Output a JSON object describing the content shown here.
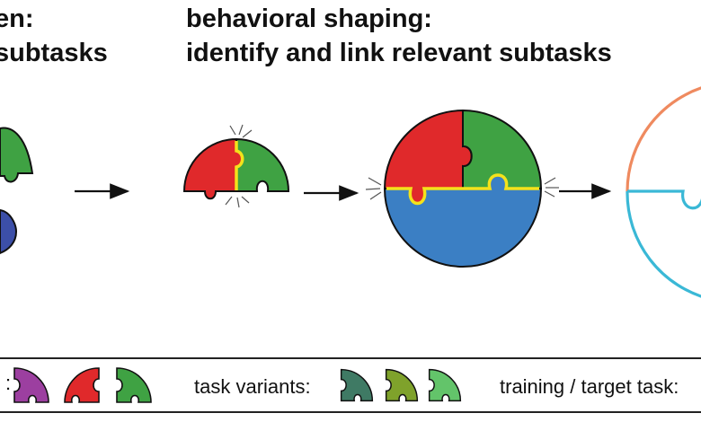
{
  "headings": {
    "left_line1": "en:",
    "left_line2": "subtasks",
    "right_line1": "behavioral shaping:",
    "right_line2": "identify and link relevant subtasks"
  },
  "legend": {
    "subtasks_label": ":",
    "variants_label": "task variants:",
    "target_label": "training / target task:"
  },
  "colors": {
    "red": "#e0292b",
    "green": "#3fa243",
    "blue": "#3b7fc4",
    "purple": "#9c3fa0",
    "navy": "#3c4fa8",
    "yellow": "#f4e21b",
    "orange": "#ef8a5f",
    "cyan": "#3ab8d6",
    "variant_dark": "#3f7a64",
    "variant_olive": "#7fa22b",
    "variant_light": "#63c46a"
  }
}
